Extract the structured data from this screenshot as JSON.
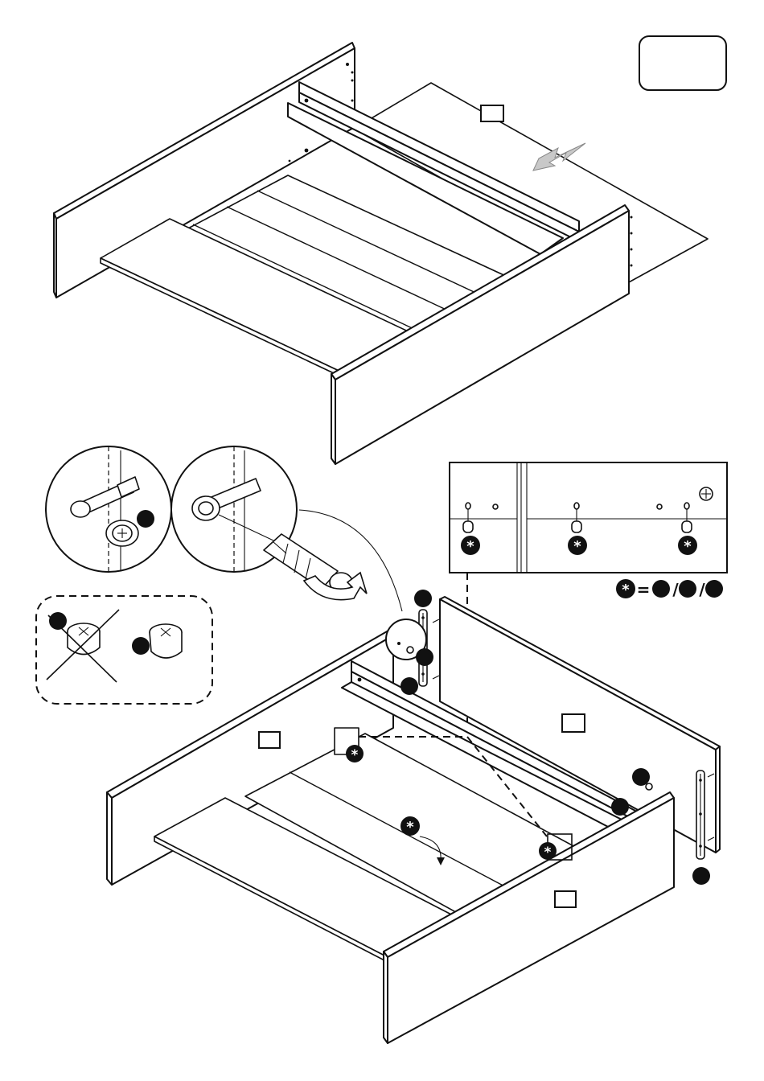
{
  "figure": {
    "legend_symbol": "*",
    "equals_sign": "=",
    "separator": "/",
    "icons": {
      "arrow": "push-direction-arrow",
      "screwdriver": "screwdriver-icon",
      "cam_lock": "cam-lock-fitting",
      "rotate": "rotation-arrow"
    },
    "colors": {
      "line": "#111111",
      "arrow_fill": "#c8c8c8",
      "background": "#ffffff"
    }
  }
}
